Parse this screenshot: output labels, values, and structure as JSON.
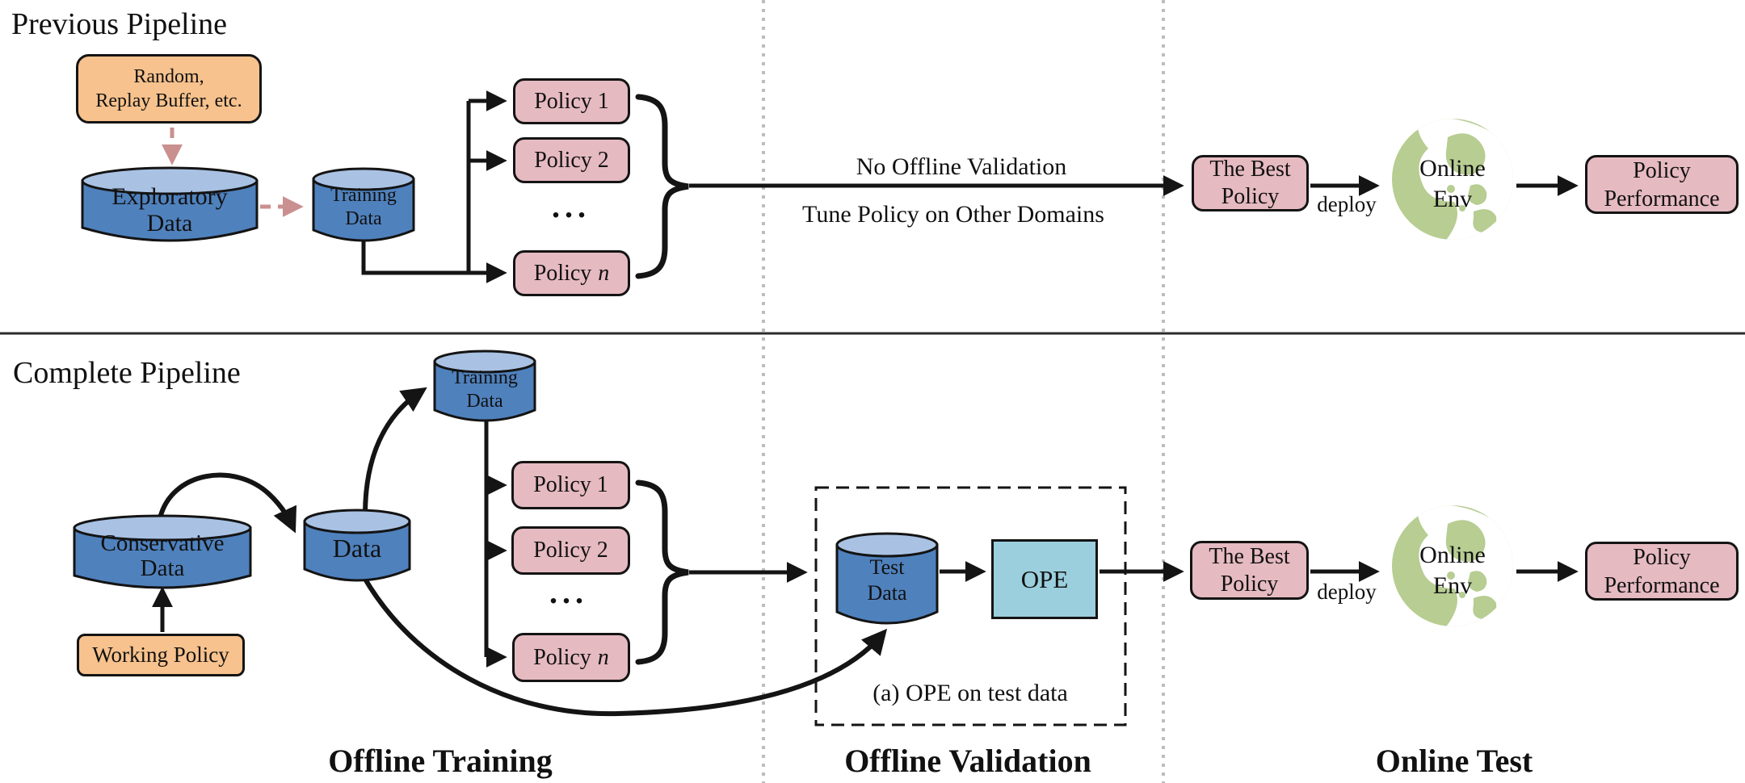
{
  "colors": {
    "cylinder_body": "#4f81bd",
    "cylinder_top": "#a9c2e4",
    "pink_box": "#e6bac1",
    "orange_box": "#f7c28d",
    "ope_box": "#9bcfdd",
    "globe_green": "#b7cd92",
    "dashed_arrow_pink": "#c9908f",
    "line_black": "#141414",
    "divider_dotted_gray": "#bdbdbd"
  },
  "titles": {
    "previous": "Previous Pipeline",
    "complete": "Complete Pipeline"
  },
  "section_labels": {
    "offline_training": "Offline Training",
    "offline_validation": "Offline Validation",
    "online_test": "Online Test"
  },
  "previous": {
    "random_box": {
      "line1": "Random,",
      "line2": "Replay Buffer, etc."
    },
    "exploratory_cylinder": {
      "line1": "Exploratory",
      "line2": "Data"
    },
    "training_cylinder": {
      "line1": "Training",
      "line2": "Data"
    },
    "policy_1": "Policy 1",
    "policy_2": "Policy 2",
    "ellipsis": "...",
    "policy_n": {
      "prefix": "Policy",
      "var": "n"
    },
    "arrow_label_top": "No Offline Validation",
    "arrow_label_bottom": "Tune Policy on Other Domains",
    "best_policy": {
      "line1": "The Best",
      "line2": "Policy"
    },
    "deploy_label": "deploy",
    "online_env": {
      "line1": "Online",
      "line2": "Env"
    },
    "policy_performance": {
      "line1": "Policy",
      "line2": "Performance"
    }
  },
  "complete": {
    "working_policy": "Working Policy",
    "conservative_cylinder": {
      "line1": "Conservative",
      "line2": "Data"
    },
    "data_cylinder": "Data",
    "training_cylinder": {
      "line1": "Training",
      "line2": "Data"
    },
    "policy_1": "Policy 1",
    "policy_2": "Policy 2",
    "ellipsis": "...",
    "policy_n": {
      "prefix": "Policy",
      "var": "n"
    },
    "test_data_cylinder": {
      "line1": "Test",
      "line2": "Data"
    },
    "ope_box": "OPE",
    "ope_caption": "(a) OPE on test data",
    "best_policy": {
      "line1": "The Best",
      "line2": "Policy"
    },
    "deploy_label": "deploy",
    "online_env": {
      "line1": "Online",
      "line2": "Env"
    },
    "policy_performance": {
      "line1": "Policy",
      "line2": "Performance"
    }
  }
}
